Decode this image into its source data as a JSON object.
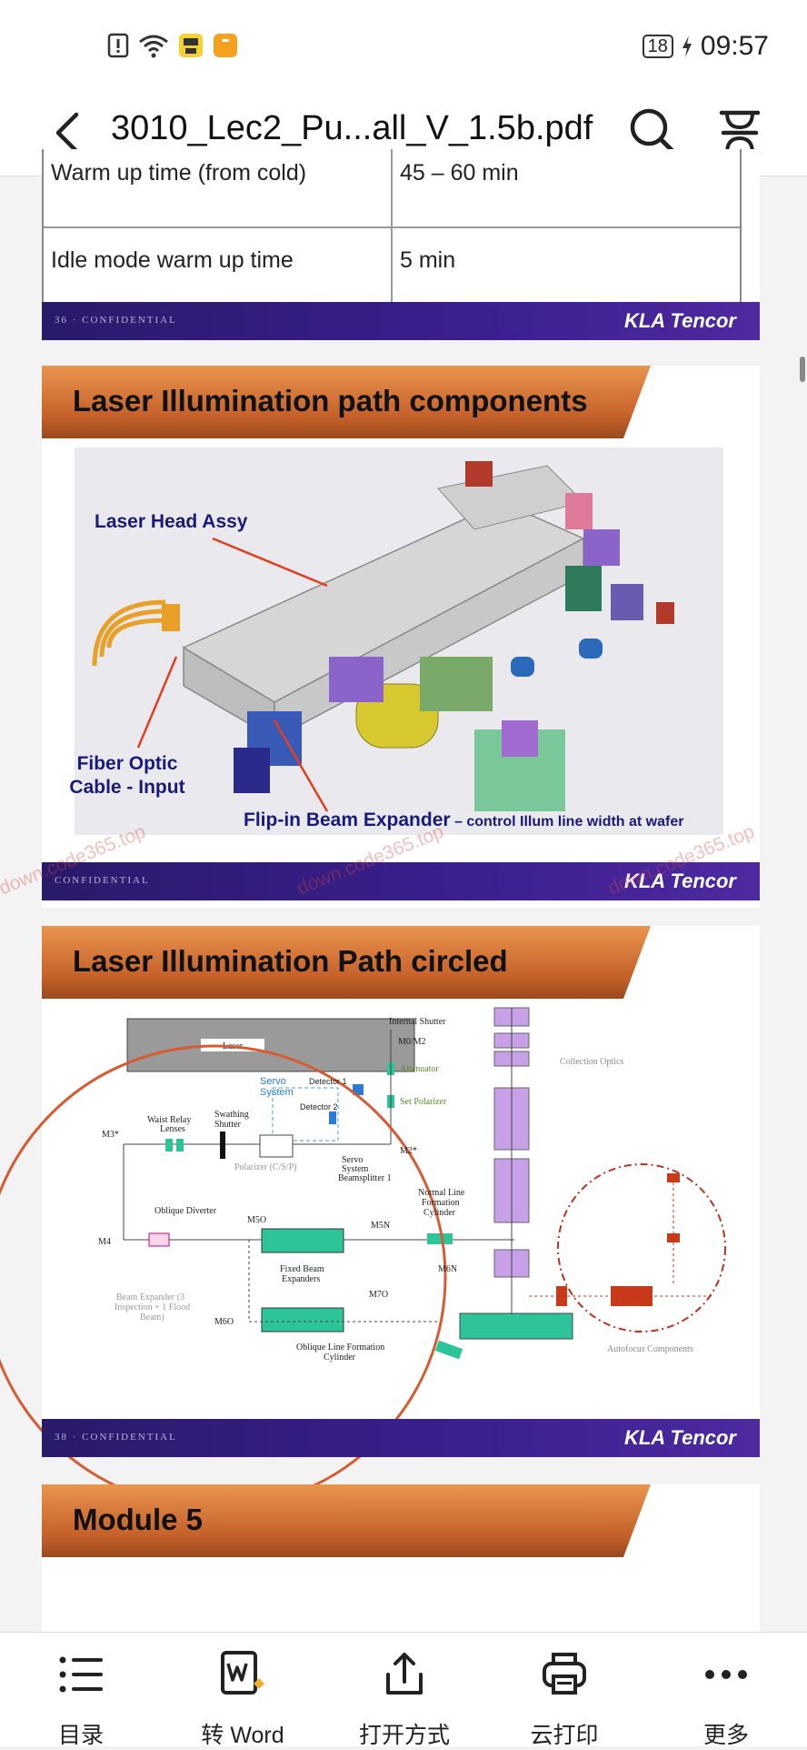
{
  "status": {
    "battery": "18",
    "time": "09:57"
  },
  "header": {
    "title": "3010_Lec2_Pu...all_V_1.5b.pdf"
  },
  "prev_slide": {
    "rows": [
      {
        "item": "Warm up time (from cold)",
        "value": "45 – 60 min"
      },
      {
        "item": "Idle mode warm up time",
        "value": "5 min"
      }
    ],
    "page_no": "36",
    "confidential": "CONFIDENTIAL",
    "logo": "KLA Tencor"
  },
  "slide1": {
    "title": "Laser Illumination path components",
    "labels": {
      "laser_head": "Laser Head Assy",
      "fiber": "Fiber Optic",
      "fiber2": "Cable - Input",
      "flip": "Flip-in Beam Expander",
      "flip_note": "– control Illum line width at wafer"
    },
    "confidential": "CONFIDENTIAL",
    "logo": "KLA Tencor"
  },
  "slide2": {
    "title": "Laser Illumination Path circled",
    "labels": {
      "internal_shutter": "Internal Shutter",
      "m0m2": "M0/M2",
      "laser": "Laser",
      "servo": "Servo",
      "system": "System",
      "attenuator": "Attenuator",
      "set_polarizer": "Set Polarizer",
      "detector1": "Detector 1",
      "detector2": "Detector 2",
      "waist": "Waist Relay",
      "lenses": "Lenses",
      "swathing": "Swathing",
      "shutter": "Shutter",
      "m3": "M3*",
      "m2": "M2*",
      "polarizer": "Polarizer (C/S/P)",
      "servo_bs1": "Servo",
      "servo_bs2": "System",
      "servo_bs3": "Beamsplitter 1",
      "oblique": "Oblique Diverter",
      "m5o": "M5O",
      "m5n": "M5N",
      "normal1": "Normal Line",
      "normal2": "Formation",
      "normal3": "Cylinder",
      "m4": "M4",
      "fixed1": "Fixed Beam",
      "fixed2": "Expanders",
      "m6n": "M6N",
      "beamexp1": "Beam Expander (3",
      "beamexp2": "Inspection + 1 Flood",
      "beamexp3": "Beam)",
      "m7o": "M7O",
      "m6o": "M6O",
      "oblique_line1": "Oblique Line Formation",
      "oblique_line2": "Cylinder",
      "collection": "Collection Optics",
      "autofocus": "Autofocus Components"
    },
    "page_no": "38",
    "confidential": "CONFIDENTIAL",
    "logo": "KLA Tencor"
  },
  "slide3": {
    "title": "Module 5"
  },
  "watermarks": [
    "down.code365.top",
    "down.code365.top",
    "down.code365.top"
  ],
  "toolbar": {
    "toc": "目录",
    "to_word": "转 Word",
    "open_with": "打开方式",
    "cloud_print": "云打印",
    "more": "更多"
  }
}
